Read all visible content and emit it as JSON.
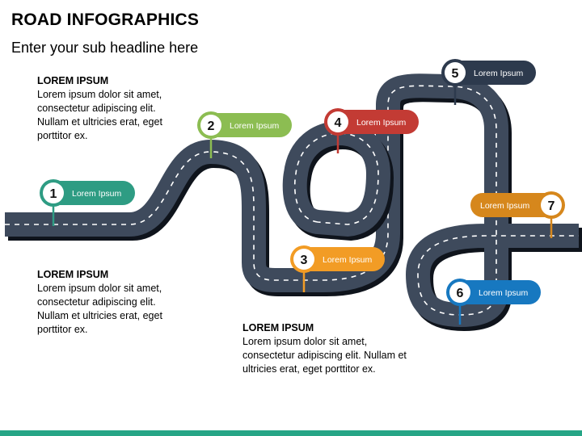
{
  "title": "ROAD INFOGRAPHICS",
  "subtitle": "Enter your sub headline here",
  "text_blocks": [
    {
      "heading": "LOREM IPSUM",
      "body": "Lorem ipsum dolor sit amet,\nconsectetur adipiscing elit.\nNullam et ultricies erat, eget\nporttitor ex."
    },
    {
      "heading": "LOREM IPSUM",
      "body": "Lorem ipsum dolor sit amet,\nconsectetur adipiscing elit.\nNullam et ultricies erat, eget\nporttitor ex."
    },
    {
      "heading": "LOREM IPSUM",
      "body": "Lorem ipsum dolor sit amet,\nconsectetur adipiscing elit. Nullam et\nultricies erat, eget porttitor ex."
    }
  ],
  "markers": [
    {
      "number": "1",
      "label": "Lorem Ipsum",
      "color": "#2e9c83"
    },
    {
      "number": "2",
      "label": "Lorem Ipsum",
      "color": "#8cbd52"
    },
    {
      "number": "3",
      "label": "Lorem Ipsum",
      "color": "#f29c25"
    },
    {
      "number": "4",
      "label": "Lorem Ipsum",
      "color": "#c33b34"
    },
    {
      "number": "5",
      "label": "Lorem Ipsum",
      "color": "#2d3a4d"
    },
    {
      "number": "6",
      "label": "Lorem Ipsum",
      "color": "#1778c0"
    },
    {
      "number": "7",
      "label": "Lorem Ipsum",
      "color": "#d6871c"
    }
  ],
  "colors": {
    "road": "#3e4a5c",
    "road_shadow": "#0f141c",
    "lane": "#ffffff",
    "bottom_bar": "#26a586"
  }
}
